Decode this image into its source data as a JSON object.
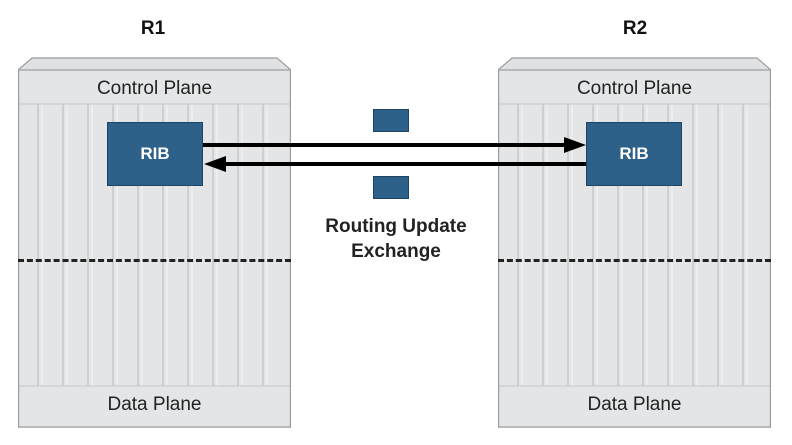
{
  "routers": [
    {
      "name": "R1",
      "control_plane": "Control Plane",
      "rib": "RIB",
      "data_plane": "Data Plane"
    },
    {
      "name": "R2",
      "control_plane": "Control Plane",
      "rib": "RIB",
      "data_plane": "Data Plane"
    }
  ],
  "exchange": {
    "line1": "Routing Update",
    "line2": "Exchange"
  },
  "colors": {
    "rib_fill": "#2e6189",
    "chassis": "#dfe1e2",
    "text": "#222222"
  }
}
